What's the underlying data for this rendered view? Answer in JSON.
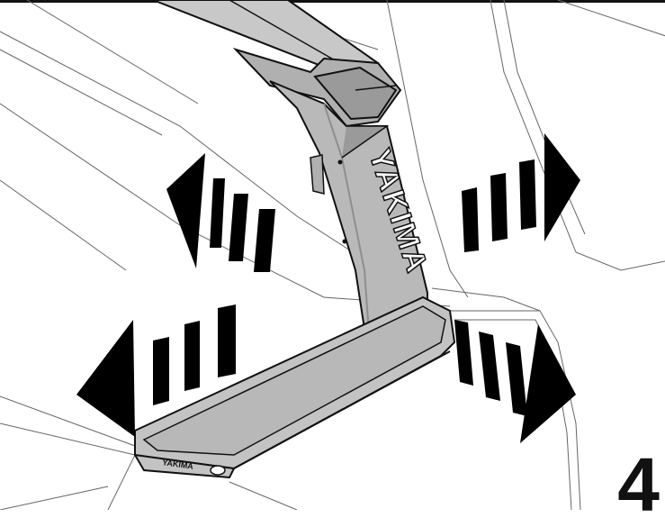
{
  "figure": {
    "step_number": "4",
    "brand_label": "YAKIMA",
    "foot_brand_label": "YAKIMA",
    "arrows": [
      {
        "name": "arrow-upper-left",
        "direction": "left"
      },
      {
        "name": "arrow-lower-left",
        "direction": "left"
      },
      {
        "name": "arrow-upper-right",
        "direction": "right"
      },
      {
        "name": "arrow-lower-right",
        "direction": "right"
      }
    ],
    "colors": {
      "tower_fill": "#b9b9b9",
      "tower_shadow": "#8e8e8e",
      "outline": "#111111",
      "arrow_fill": "#000000",
      "line_art": "#666666"
    }
  }
}
